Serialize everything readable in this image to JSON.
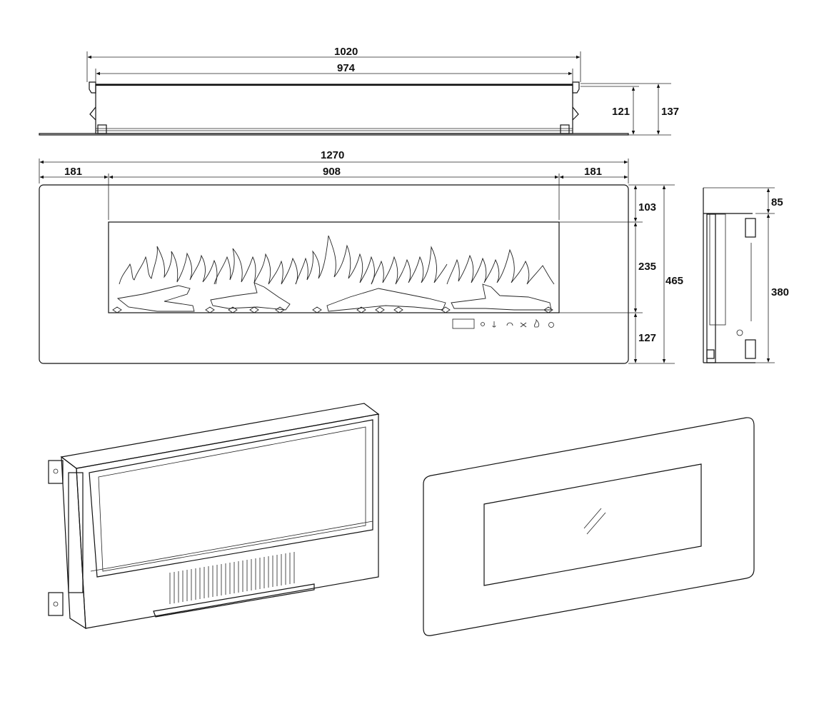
{
  "top_view": {
    "overall_width": "1020",
    "inner_width": "974",
    "inner_height": "121",
    "overall_height": "137"
  },
  "front_view": {
    "overall_width": "1270",
    "left_margin": "181",
    "window_width": "908",
    "right_margin": "181",
    "top_margin": "103",
    "window_height": "235",
    "bottom_margin": "127",
    "overall_height": "465"
  },
  "side_view": {
    "top_offset": "85",
    "body_height": "380"
  },
  "colors": {
    "line": "#111111",
    "background": "#ffffff"
  }
}
